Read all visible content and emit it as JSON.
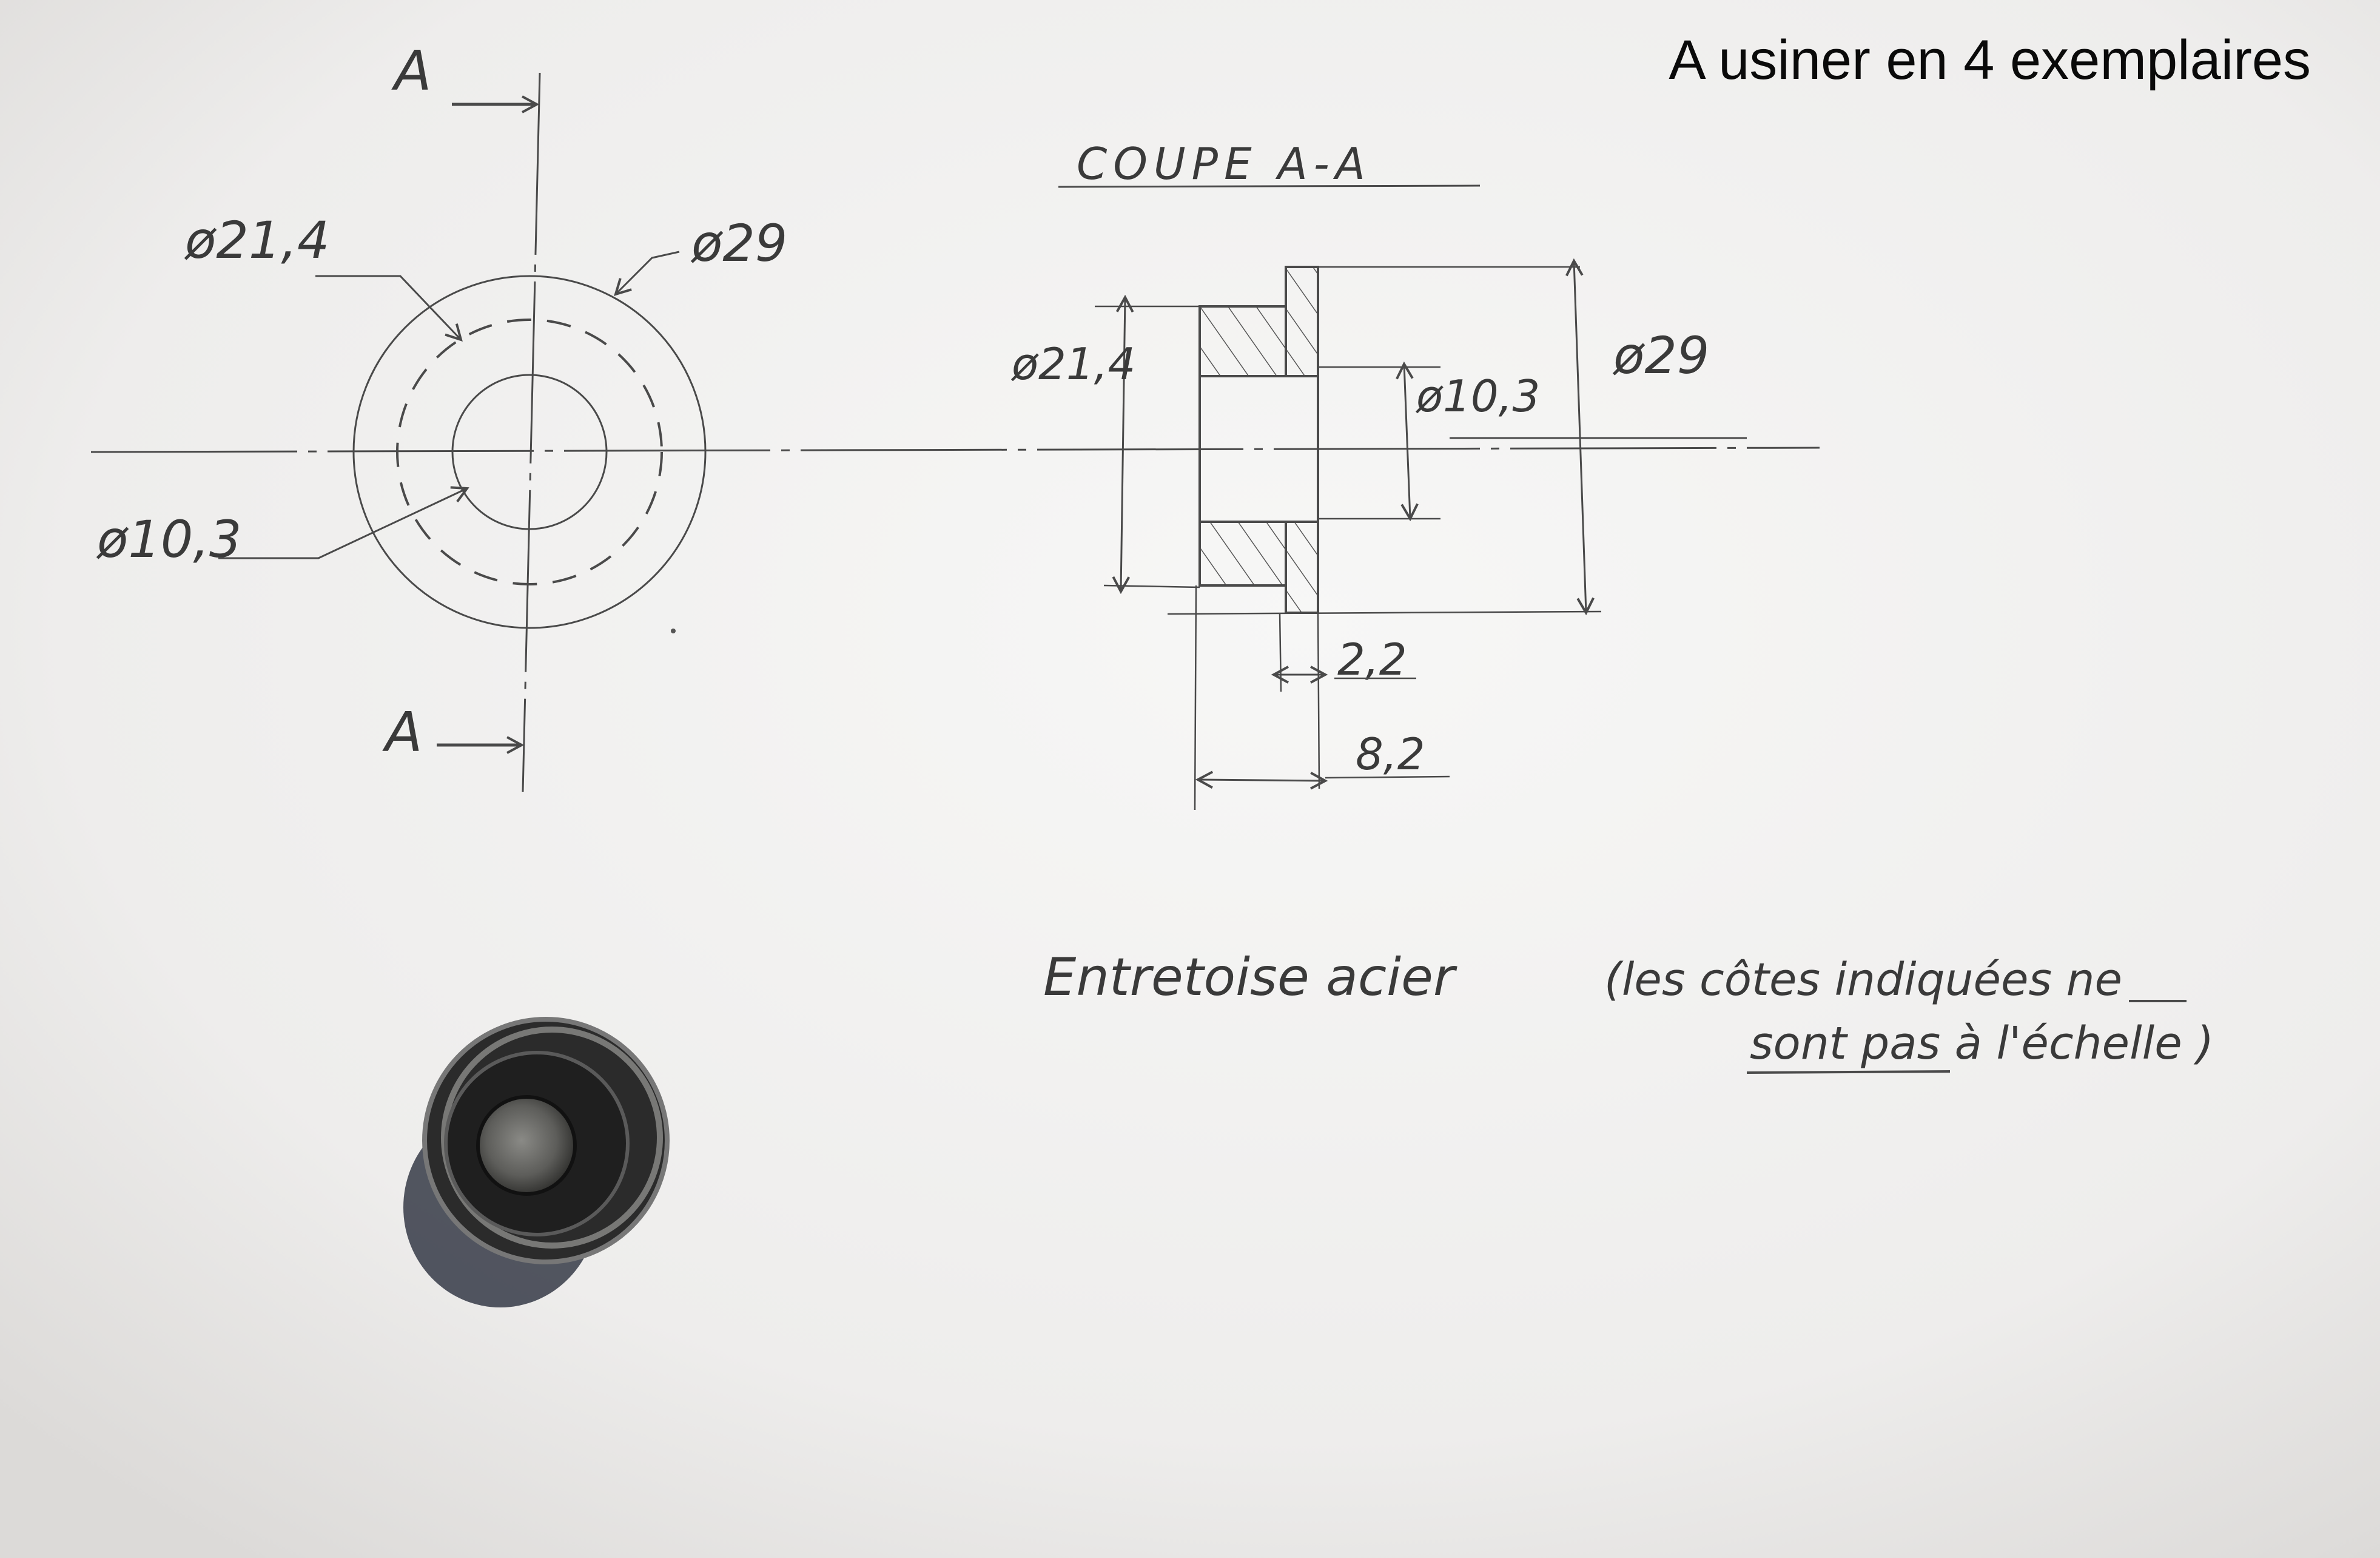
{
  "header_note": "A usiner en 4 exemplaires",
  "front_view": {
    "section_mark_top": "A",
    "section_mark_bottom": "A",
    "dim_d21": "ø21,4",
    "dim_d29": "ø29",
    "dim_d10": "ø10,3"
  },
  "section_view": {
    "title": "COUPE A-A",
    "dim_d21": "ø21,4",
    "dim_d10": "ø10,3",
    "dim_d29": "ø29",
    "dim_flange": "2,2",
    "dim_length": "8,2"
  },
  "part_name": "Entretoise acier",
  "scale_note_line1": "(les côtes indiquées ne",
  "scale_note_line2": "sont pas à l'échelle )",
  "colors": {
    "paper": "#ecebea",
    "pencil": "#4a4a4a",
    "part_metal": "#2a2a2a"
  }
}
